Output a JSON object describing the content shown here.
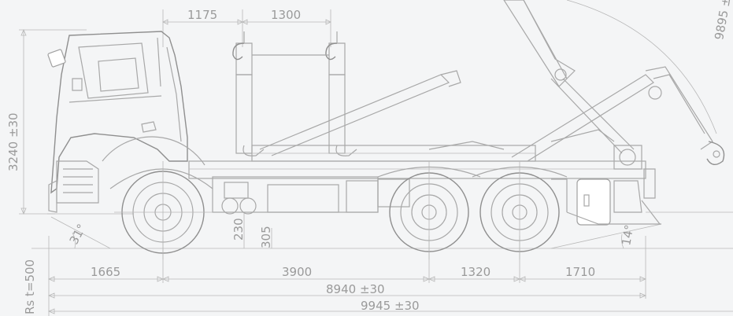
{
  "diagram": {
    "labels": {
      "dim_top_left": "1175",
      "dim_top_right": "1300",
      "dim_height": "3240 ±30",
      "dim_arc": "9895 ±",
      "angle_front": "31°",
      "angle_rear": "14°",
      "dim_230": "230",
      "dim_305": "305",
      "dim_1665": "1665",
      "dim_3900": "3900",
      "dim_1320": "1320",
      "dim_1710": "1710",
      "dim_8940": "8940 ±30",
      "dim_9945": "9945 ±30",
      "dim_rst": "Rs t=500"
    }
  }
}
